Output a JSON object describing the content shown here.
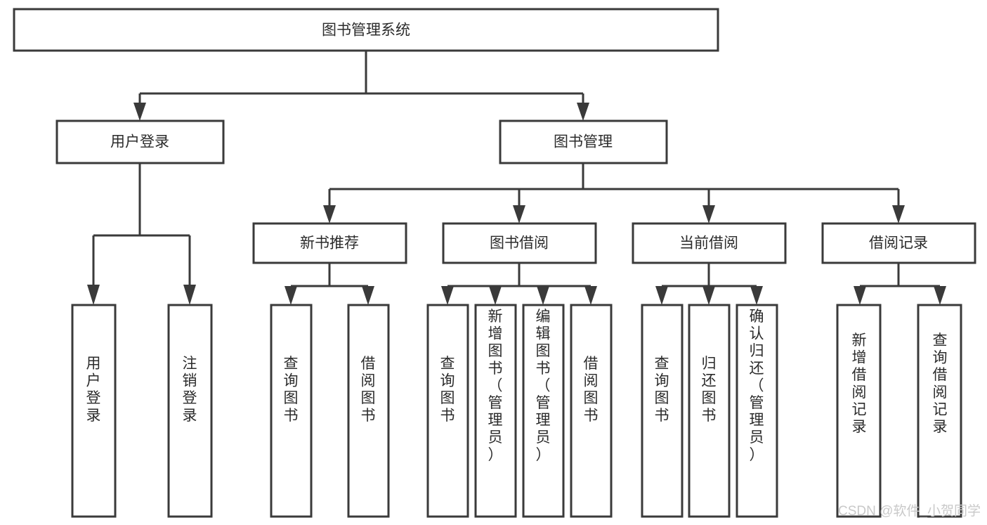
{
  "diagram": {
    "type": "tree-hierarchy-flowchart",
    "title": "图书管理系统",
    "root": {
      "id": "root",
      "label": "图书管理系统",
      "orientation": "horizontal"
    },
    "level2": [
      {
        "id": "user-login",
        "label": "用户登录",
        "orientation": "horizontal"
      },
      {
        "id": "book-management",
        "label": "图书管理",
        "orientation": "horizontal"
      }
    ],
    "level3": [
      {
        "id": "new-book-recommend",
        "label": "新书推荐",
        "orientation": "horizontal",
        "parent": "book-management"
      },
      {
        "id": "book-borrow",
        "label": "图书借阅",
        "orientation": "horizontal",
        "parent": "book-management"
      },
      {
        "id": "current-borrow",
        "label": "当前借阅",
        "orientation": "horizontal",
        "parent": "book-management"
      },
      {
        "id": "borrow-record",
        "label": "借阅记录",
        "orientation": "horizontal",
        "parent": "book-management"
      }
    ],
    "leaves": [
      {
        "id": "leaf-user-login",
        "label": "用户登录",
        "orientation": "vertical",
        "parent": "user-login"
      },
      {
        "id": "leaf-user-logout",
        "label": "注销登录",
        "orientation": "vertical",
        "parent": "user-login"
      },
      {
        "id": "leaf-query-book-1",
        "label": "查询图书",
        "orientation": "vertical",
        "parent": "new-book-recommend"
      },
      {
        "id": "leaf-borrow-book-1",
        "label": "借阅图书",
        "orientation": "vertical",
        "parent": "new-book-recommend"
      },
      {
        "id": "leaf-query-book-2",
        "label": "查询图书",
        "orientation": "vertical",
        "parent": "book-borrow"
      },
      {
        "id": "leaf-add-book",
        "label": "新增图书（管理员）",
        "orientation": "vertical",
        "parent": "book-borrow"
      },
      {
        "id": "leaf-edit-book",
        "label": "编辑图书（管理员）",
        "orientation": "vertical",
        "parent": "book-borrow"
      },
      {
        "id": "leaf-borrow-book-2",
        "label": "借阅图书",
        "orientation": "vertical",
        "parent": "book-borrow"
      },
      {
        "id": "leaf-query-book-3",
        "label": "查询图书",
        "orientation": "vertical",
        "parent": "current-borrow"
      },
      {
        "id": "leaf-return-book",
        "label": "归还图书",
        "orientation": "vertical",
        "parent": "current-borrow"
      },
      {
        "id": "leaf-confirm-return",
        "label": "确认归还（管理员）",
        "orientation": "vertical",
        "parent": "current-borrow"
      },
      {
        "id": "leaf-add-record",
        "label": "新增借阅记录",
        "orientation": "vertical",
        "parent": "borrow-record"
      },
      {
        "id": "leaf-query-record",
        "label": "查询借阅记录",
        "orientation": "vertical",
        "parent": "borrow-record"
      }
    ],
    "colors": {
      "box_fill": "#ffffff",
      "box_stroke": "#3a3a3a",
      "text": "#2b2b2b",
      "background": "#ffffff",
      "watermark": "#c9c9c9"
    }
  },
  "watermark": {
    "text": "CSDN @软件_小贺同学"
  }
}
